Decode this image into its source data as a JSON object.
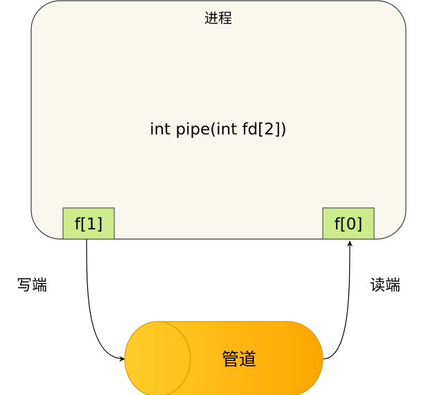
{
  "process": {
    "title": "进程",
    "signature": "int pipe(int fd[2])",
    "fd_write": "f[1]",
    "fd_read": "f[0]"
  },
  "edges": {
    "write_label": "写端",
    "read_label": "读端"
  },
  "pipe": {
    "label": "管道"
  },
  "colors": {
    "process_fill": "#f9f7ed",
    "process_stroke": "#36393d",
    "fd_fill": "#cdeb8b",
    "fd_stroke": "#36393d",
    "pipe_gradient_start": "#ffcd28",
    "pipe_gradient_end": "#ffa500",
    "pipe_stroke": "#d79b00",
    "edge_stroke": "#000000"
  }
}
